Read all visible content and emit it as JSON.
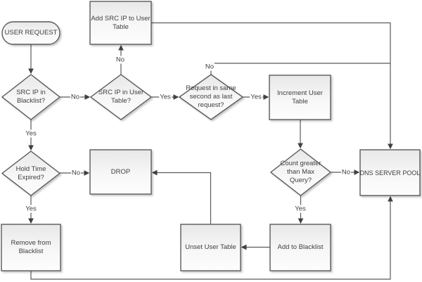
{
  "diagram_type": "flowchart",
  "colors": {
    "background": "#ffffff",
    "shape_border": "#5a5a5a",
    "shape_fill_top": "#e8e8e8",
    "shape_fill_bottom": "#fdfdfd",
    "connector": "#5a5a5a",
    "arrowhead": "#404040",
    "text": "#3f3f3f"
  },
  "nodes": {
    "user_request": {
      "type": "terminator",
      "lines": [
        "USER REQUEST"
      ]
    },
    "add_src_ip": {
      "type": "process",
      "lines": [
        "Add SRC IP to User",
        "Table"
      ]
    },
    "src_ip_blacklist": {
      "type": "decision",
      "lines": [
        "SRC IP in",
        "Blacklist?"
      ]
    },
    "src_ip_user_table": {
      "type": "decision",
      "lines": [
        "SRC IP in User",
        "Table?"
      ]
    },
    "same_second": {
      "type": "decision",
      "lines": [
        "Request in same",
        "second as last",
        "request?"
      ]
    },
    "increment_user_table": {
      "type": "process",
      "lines": [
        "Increment User",
        "Table"
      ]
    },
    "hold_time": {
      "type": "decision",
      "lines": [
        "Hold Time",
        "Expired?"
      ]
    },
    "drop": {
      "type": "process",
      "lines": [
        "DROP"
      ]
    },
    "count_greater": {
      "type": "decision",
      "lines": [
        "Count greater",
        "than Max",
        "Query?"
      ]
    },
    "dns_pool": {
      "type": "process",
      "lines": [
        "DNS SERVER POOL"
      ]
    },
    "remove_blacklist": {
      "type": "process",
      "lines": [
        "Remove from",
        "Blacklist"
      ]
    },
    "unset_user_table": {
      "type": "process",
      "lines": [
        "Unset User Table"
      ]
    },
    "add_blacklist": {
      "type": "process",
      "lines": [
        "Add to Blacklist"
      ]
    }
  },
  "edge_labels": {
    "blacklist_no": "No",
    "blacklist_yes": "Yes",
    "user_table_no": "No",
    "user_table_yes": "Yes",
    "same_second_no": "No",
    "same_second_yes": "Yes",
    "hold_time_no": "No",
    "hold_time_yes": "Yes",
    "count_no": "No",
    "count_yes": "Yes"
  }
}
